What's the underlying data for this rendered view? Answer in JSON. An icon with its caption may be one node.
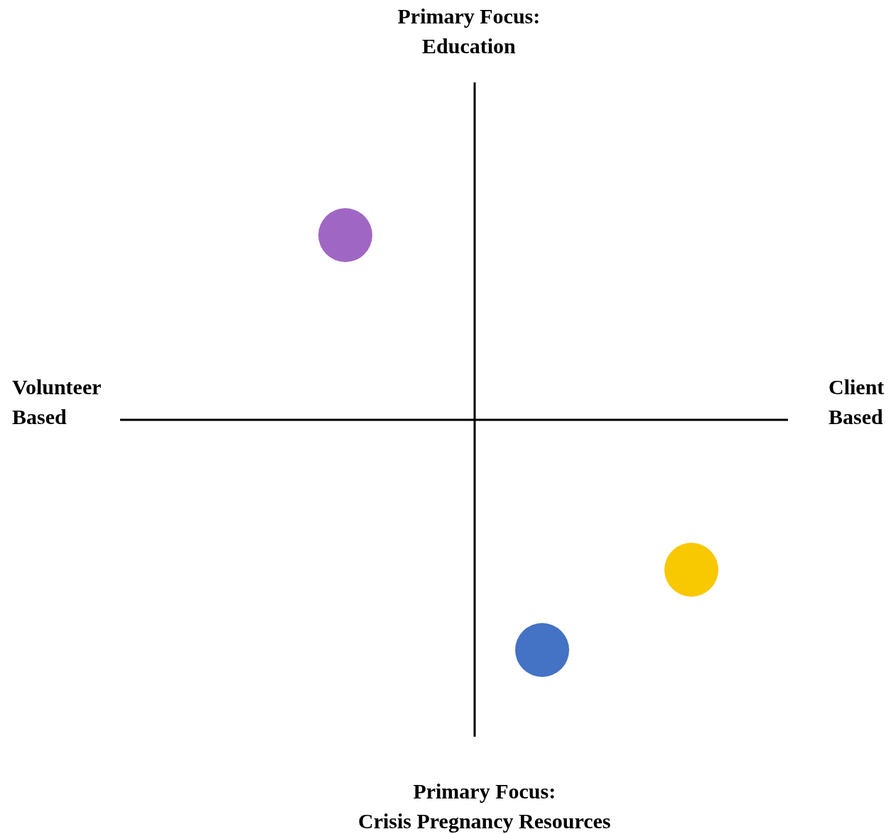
{
  "diagram": {
    "nodes": [
      {
        "text": [],
        "shape": "circle"
      },
      {
        "text": [],
        "shape": "circle"
      },
      {
        "text": [],
        "shape": "circle"
      }
    ],
    "labels": [
      "Primary Focus: Education",
      "Volunteer Based",
      "Client Based",
      "Primary Focus: Crisis Pregnancy Resources"
    ]
  }
}
